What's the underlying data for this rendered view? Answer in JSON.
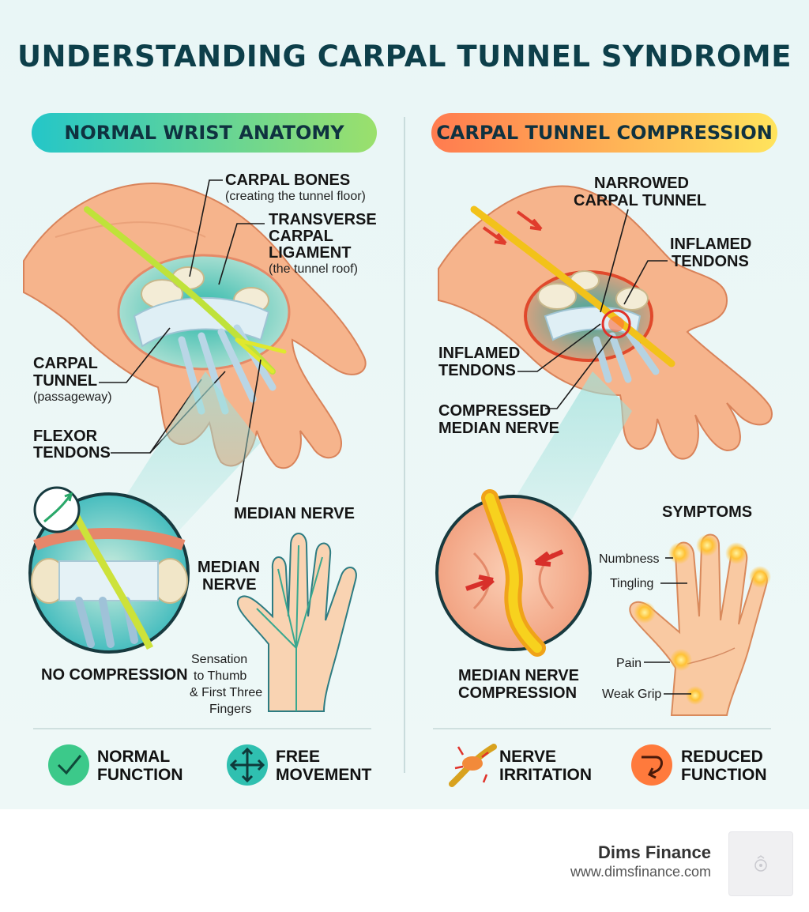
{
  "title": "UNDERSTANDING CARPAL TUNNEL SYNDROME",
  "left_panel": {
    "heading": "NORMAL WRIST ANATOMY",
    "carpal_bones": "CARPAL BONES",
    "carpal_bones_note": "(creating the tunnel floor)",
    "ligament_l1": "TRANSVERSE",
    "ligament_l2": "CARPAL",
    "ligament_l3": "LIGAMENT",
    "ligament_note": "(the tunnel roof)",
    "tunnel_l1": "CARPAL",
    "tunnel_l2": "TUNNEL",
    "tunnel_note": "(passageway)",
    "flexor_l1": "FLEXOR",
    "flexor_l2": "TENDONS",
    "median_nerve": "MEDIAN NERVE",
    "median_nerve2_l1": "MEDIAN",
    "median_nerve2_l2": "NERVE",
    "no_compression": "NO COMPRESSION",
    "sensation_l1": "Sensation",
    "sensation_l2": "to Thumb",
    "sensation_l3": "& First Three",
    "sensation_l4": "Fingers"
  },
  "right_panel": {
    "heading": "CARPAL TUNNEL COMPRESSION",
    "narrowed_l1": "NARROWED",
    "narrowed_l2": "CARPAL TUNNEL",
    "inflamed_top_l1": "INFLAMED",
    "inflamed_top_l2": "TENDONS",
    "inflamed_left_l1": "INFLAMED",
    "inflamed_left_l2": "TENDONS",
    "compressed_l1": "COMPRESSED",
    "compressed_l2": "MEDIAN NERVE",
    "compression_l1": "MEDIAN NERVE",
    "compression_l2": "COMPRESSION",
    "symptoms_title": "SYMPTOMS",
    "symptoms": [
      "Numbness",
      "Tingling",
      "Pain",
      "Weak Grip"
    ]
  },
  "footer_items": [
    {
      "l1": "NORMAL",
      "l2": "FUNCTION",
      "icon": "check-icon",
      "color": "#3cc98a"
    },
    {
      "l1": "FREE",
      "l2": "MOVEMENT",
      "icon": "arrows-icon",
      "color": "#2fc0b0"
    },
    {
      "l1": "NERVE",
      "l2": "IRRITATION",
      "icon": "nerve-irritation-icon",
      "color": "#f0a020"
    },
    {
      "l1": "REDUCED",
      "l2": "FUNCTION",
      "icon": "down-arrow-icon",
      "color": "#ff7a3c"
    }
  ],
  "brand": {
    "name": "Dims Finance",
    "url": "www.dimsfinance.com"
  },
  "colors": {
    "title": "#0d3f4a",
    "nerve": "#f2d21a",
    "skin": "#f7b890",
    "inflamed": "#e8432a"
  }
}
